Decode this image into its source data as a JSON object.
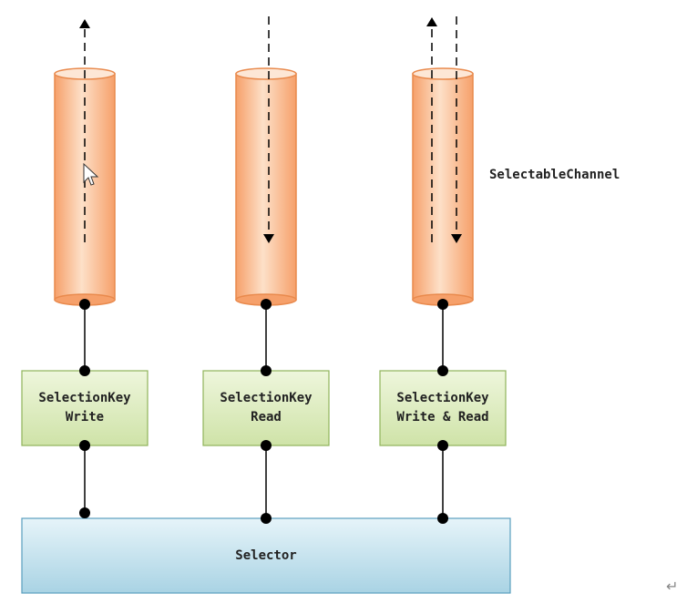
{
  "diagram": {
    "channel_label": "SelectableChannel",
    "selector_label": "Selector",
    "keys": [
      {
        "line1": "SelectionKey",
        "line2": "Write"
      },
      {
        "line1": "SelectionKey",
        "line2": "Read"
      },
      {
        "line1": "SelectionKey",
        "line2": "Write & Read"
      }
    ],
    "return_glyph": "↵"
  },
  "colors": {
    "cylinder_fill": "#fbb98a",
    "cylinder_stroke": "#e98a4d",
    "key_fill": "#d6e8b4",
    "key_stroke": "#8fb35a",
    "selector_fill": "#bfe0ec",
    "selector_stroke": "#5a9fbf",
    "line": "#000000"
  }
}
